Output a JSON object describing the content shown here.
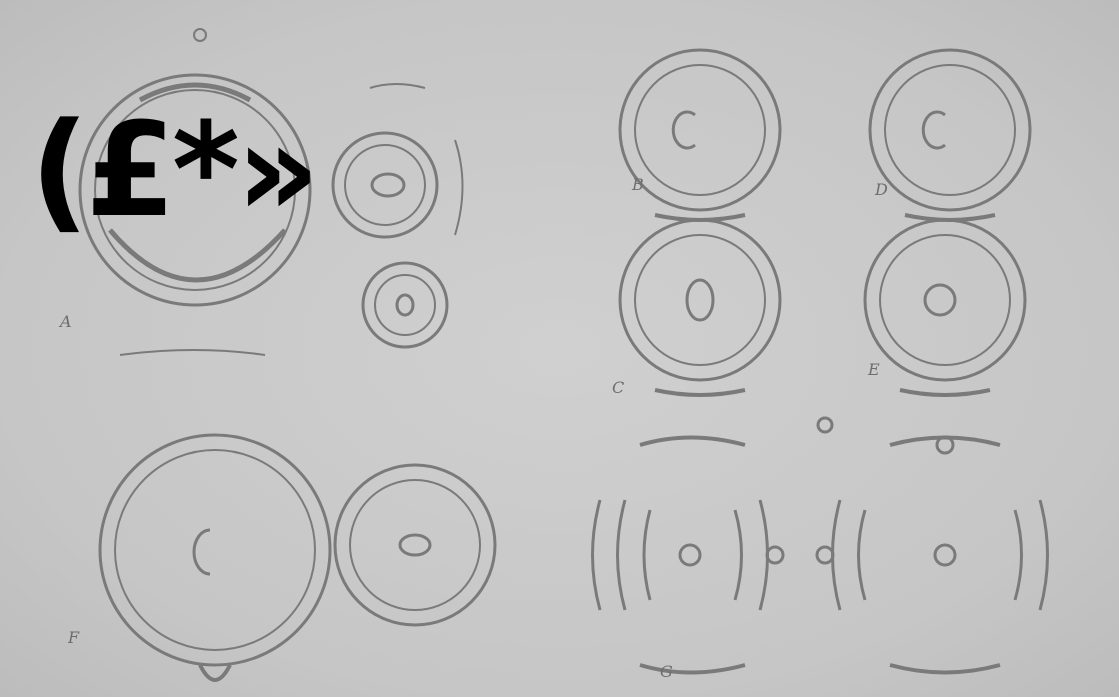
{
  "overlay": {
    "text": "(£*»"
  },
  "figure_labels": {
    "A": "A",
    "B": "B",
    "C": "C",
    "D": "D",
    "E": "E",
    "F": "F",
    "G": "G"
  },
  "colors": {
    "paper": "#c9c9c9",
    "ink": "#7a7a7a",
    "overlay": "#000000"
  }
}
